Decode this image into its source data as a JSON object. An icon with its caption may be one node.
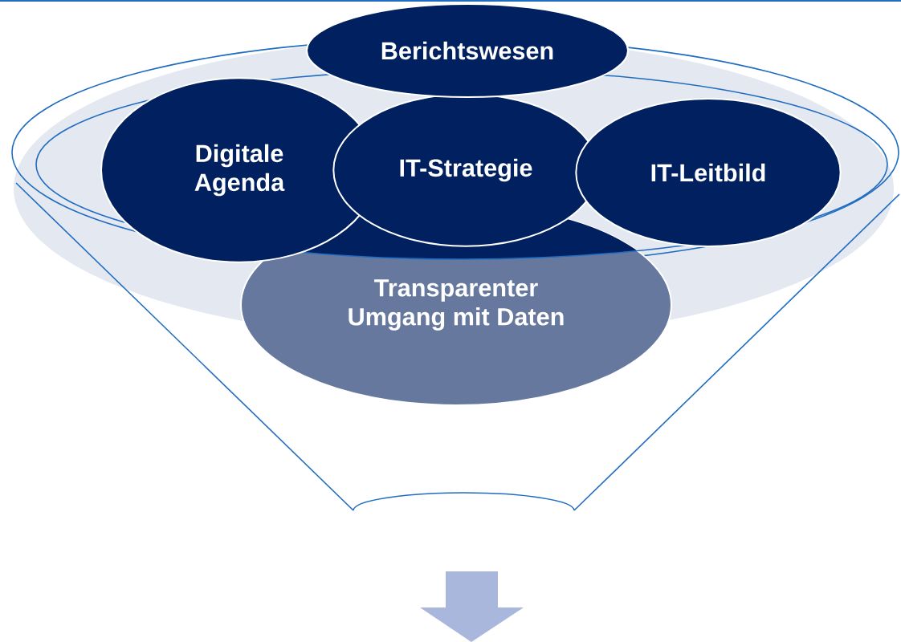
{
  "diagram": {
    "nodes": [
      {
        "text": [
          "Transparenter Umgang mit Daten"
        ]
      },
      {
        "text": [
          "Digitale Agenda"
        ]
      },
      {
        "text": [
          "IT-Strategie"
        ]
      },
      {
        "text": [
          "IT-Leitbild"
        ]
      },
      {
        "text": [
          "Berichtswesen"
        ]
      }
    ]
  }
}
